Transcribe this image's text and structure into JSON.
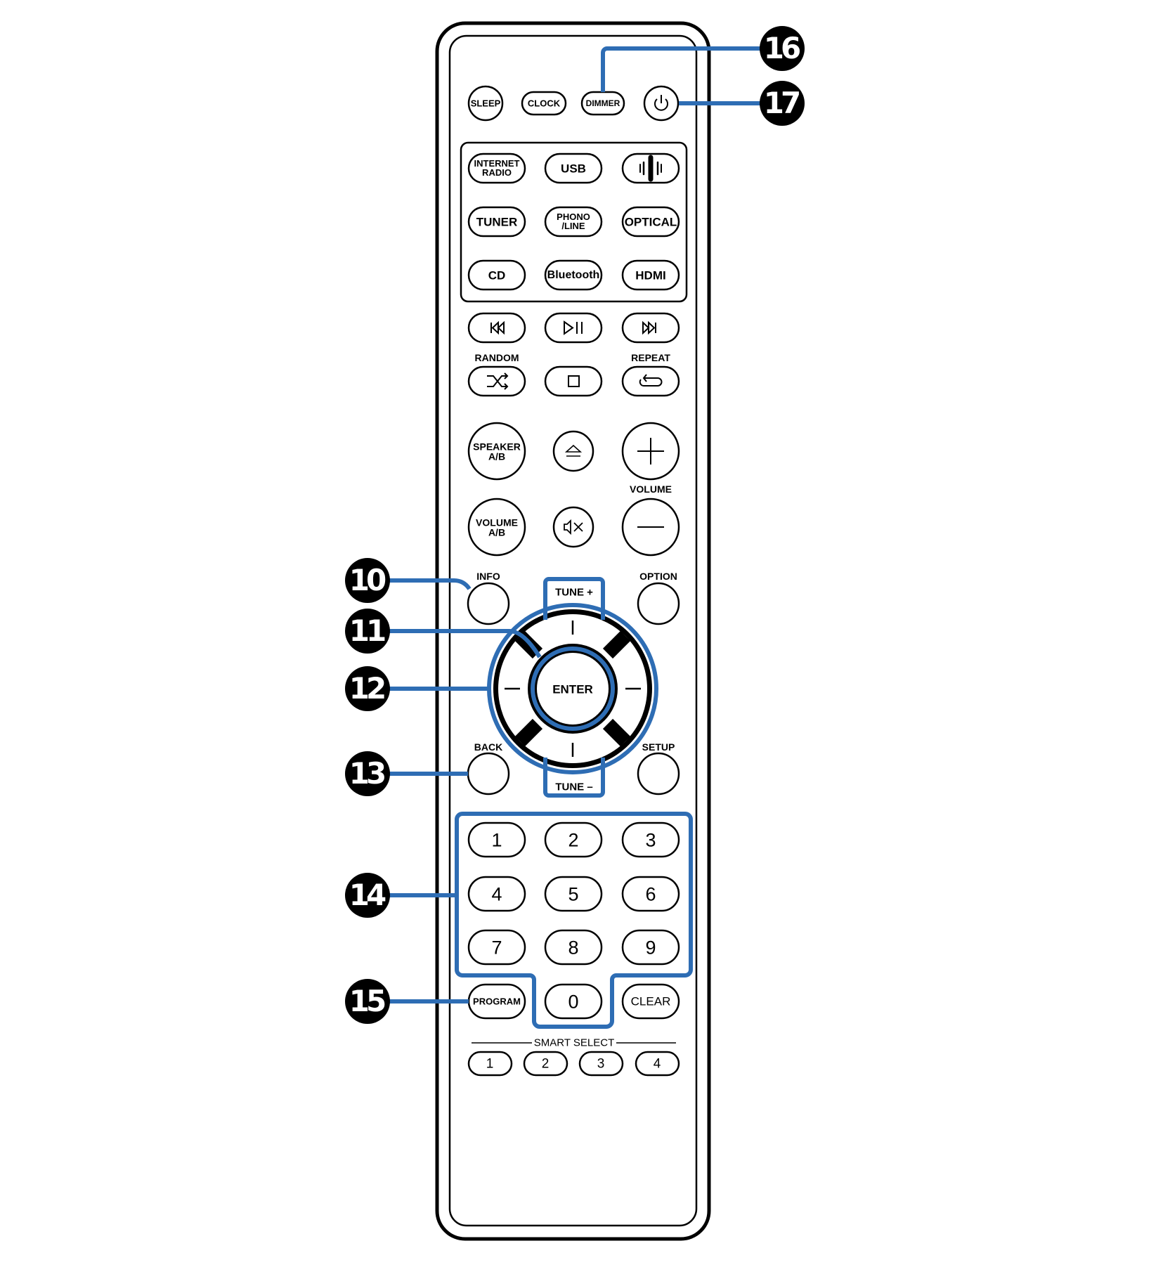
{
  "diagram": {
    "row_top": [
      "SLEEP",
      "CLOCK",
      "DIMMER"
    ],
    "source": {
      "internet_radio": [
        "INTERNET",
        "RADIO"
      ],
      "usb": "USB",
      "tuner": "TUNER",
      "phono_line": [
        "PHONO",
        "/LINE"
      ],
      "optical": "OPTICAL",
      "cd": "CD",
      "bluetooth": "Bluetooth",
      "hdmi": "HDMI"
    },
    "random": "RANDOM",
    "repeat": "REPEAT",
    "speaker_ab": [
      "SPEAKER",
      "A/B"
    ],
    "volume_ab": [
      "VOLUME",
      "A/B"
    ],
    "volume": "VOLUME",
    "info": "INFO",
    "option": "OPTION",
    "tune_plus": "TUNE +",
    "tune_minus": "TUNE –",
    "enter": "ENTER",
    "back": "BACK",
    "setup": "SETUP",
    "numbers": [
      "1",
      "2",
      "3",
      "4",
      "5",
      "6",
      "7",
      "8",
      "9",
      "0"
    ],
    "program": "PROGRAM",
    "clear": "CLEAR",
    "smart_select": "SMART SELECT",
    "smart_numbers": [
      "1",
      "2",
      "3",
      "4"
    ],
    "callouts": [
      "10",
      "11",
      "12",
      "13",
      "14",
      "15",
      "16",
      "17"
    ]
  },
  "colors": {
    "highlight": "#2e6db4",
    "ink": "#000000",
    "body": "#ffffff"
  },
  "icons": [
    "power-icon",
    "dts-play-fi-icon",
    "skip-back-icon",
    "play-pause-icon",
    "skip-forward-icon",
    "shuffle-icon",
    "stop-icon",
    "repeat-icon",
    "eject-icon",
    "plus-icon",
    "mute-icon",
    "minus-icon"
  ]
}
